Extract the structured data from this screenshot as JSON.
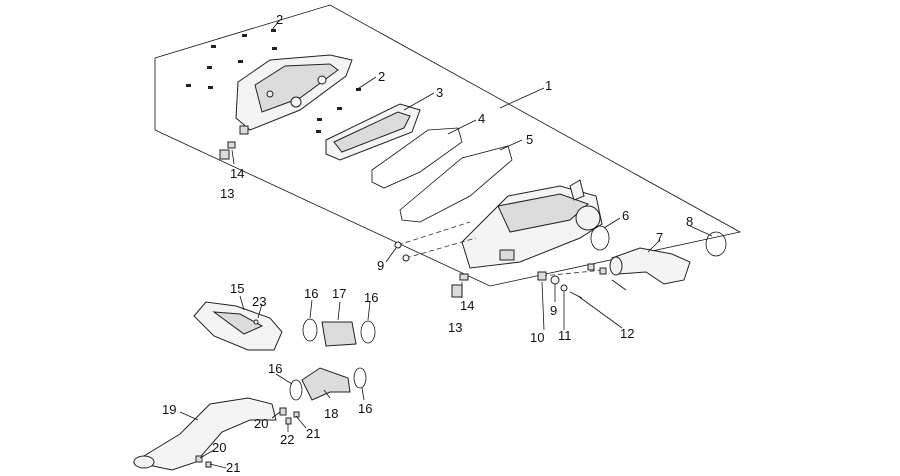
{
  "labels": {
    "l1": "1",
    "l2a": "2",
    "l2b": "2",
    "l3": "3",
    "l4": "4",
    "l5": "5",
    "l6": "6",
    "l7": "7",
    "l8": "8",
    "l9a": "9",
    "l9b": "9",
    "l10": "10",
    "l11": "11",
    "l12": "12",
    "l13a": "13",
    "l14a": "14",
    "l13b": "13",
    "l14b": "14",
    "l15": "15",
    "l16a": "16",
    "l17": "17",
    "l16b": "16",
    "l23": "23",
    "l16c": "16",
    "l16d": "16",
    "l18": "18",
    "l19": "19",
    "l20a": "20",
    "l22": "22",
    "l21a": "21",
    "l20b": "20",
    "l21b": "21"
  }
}
